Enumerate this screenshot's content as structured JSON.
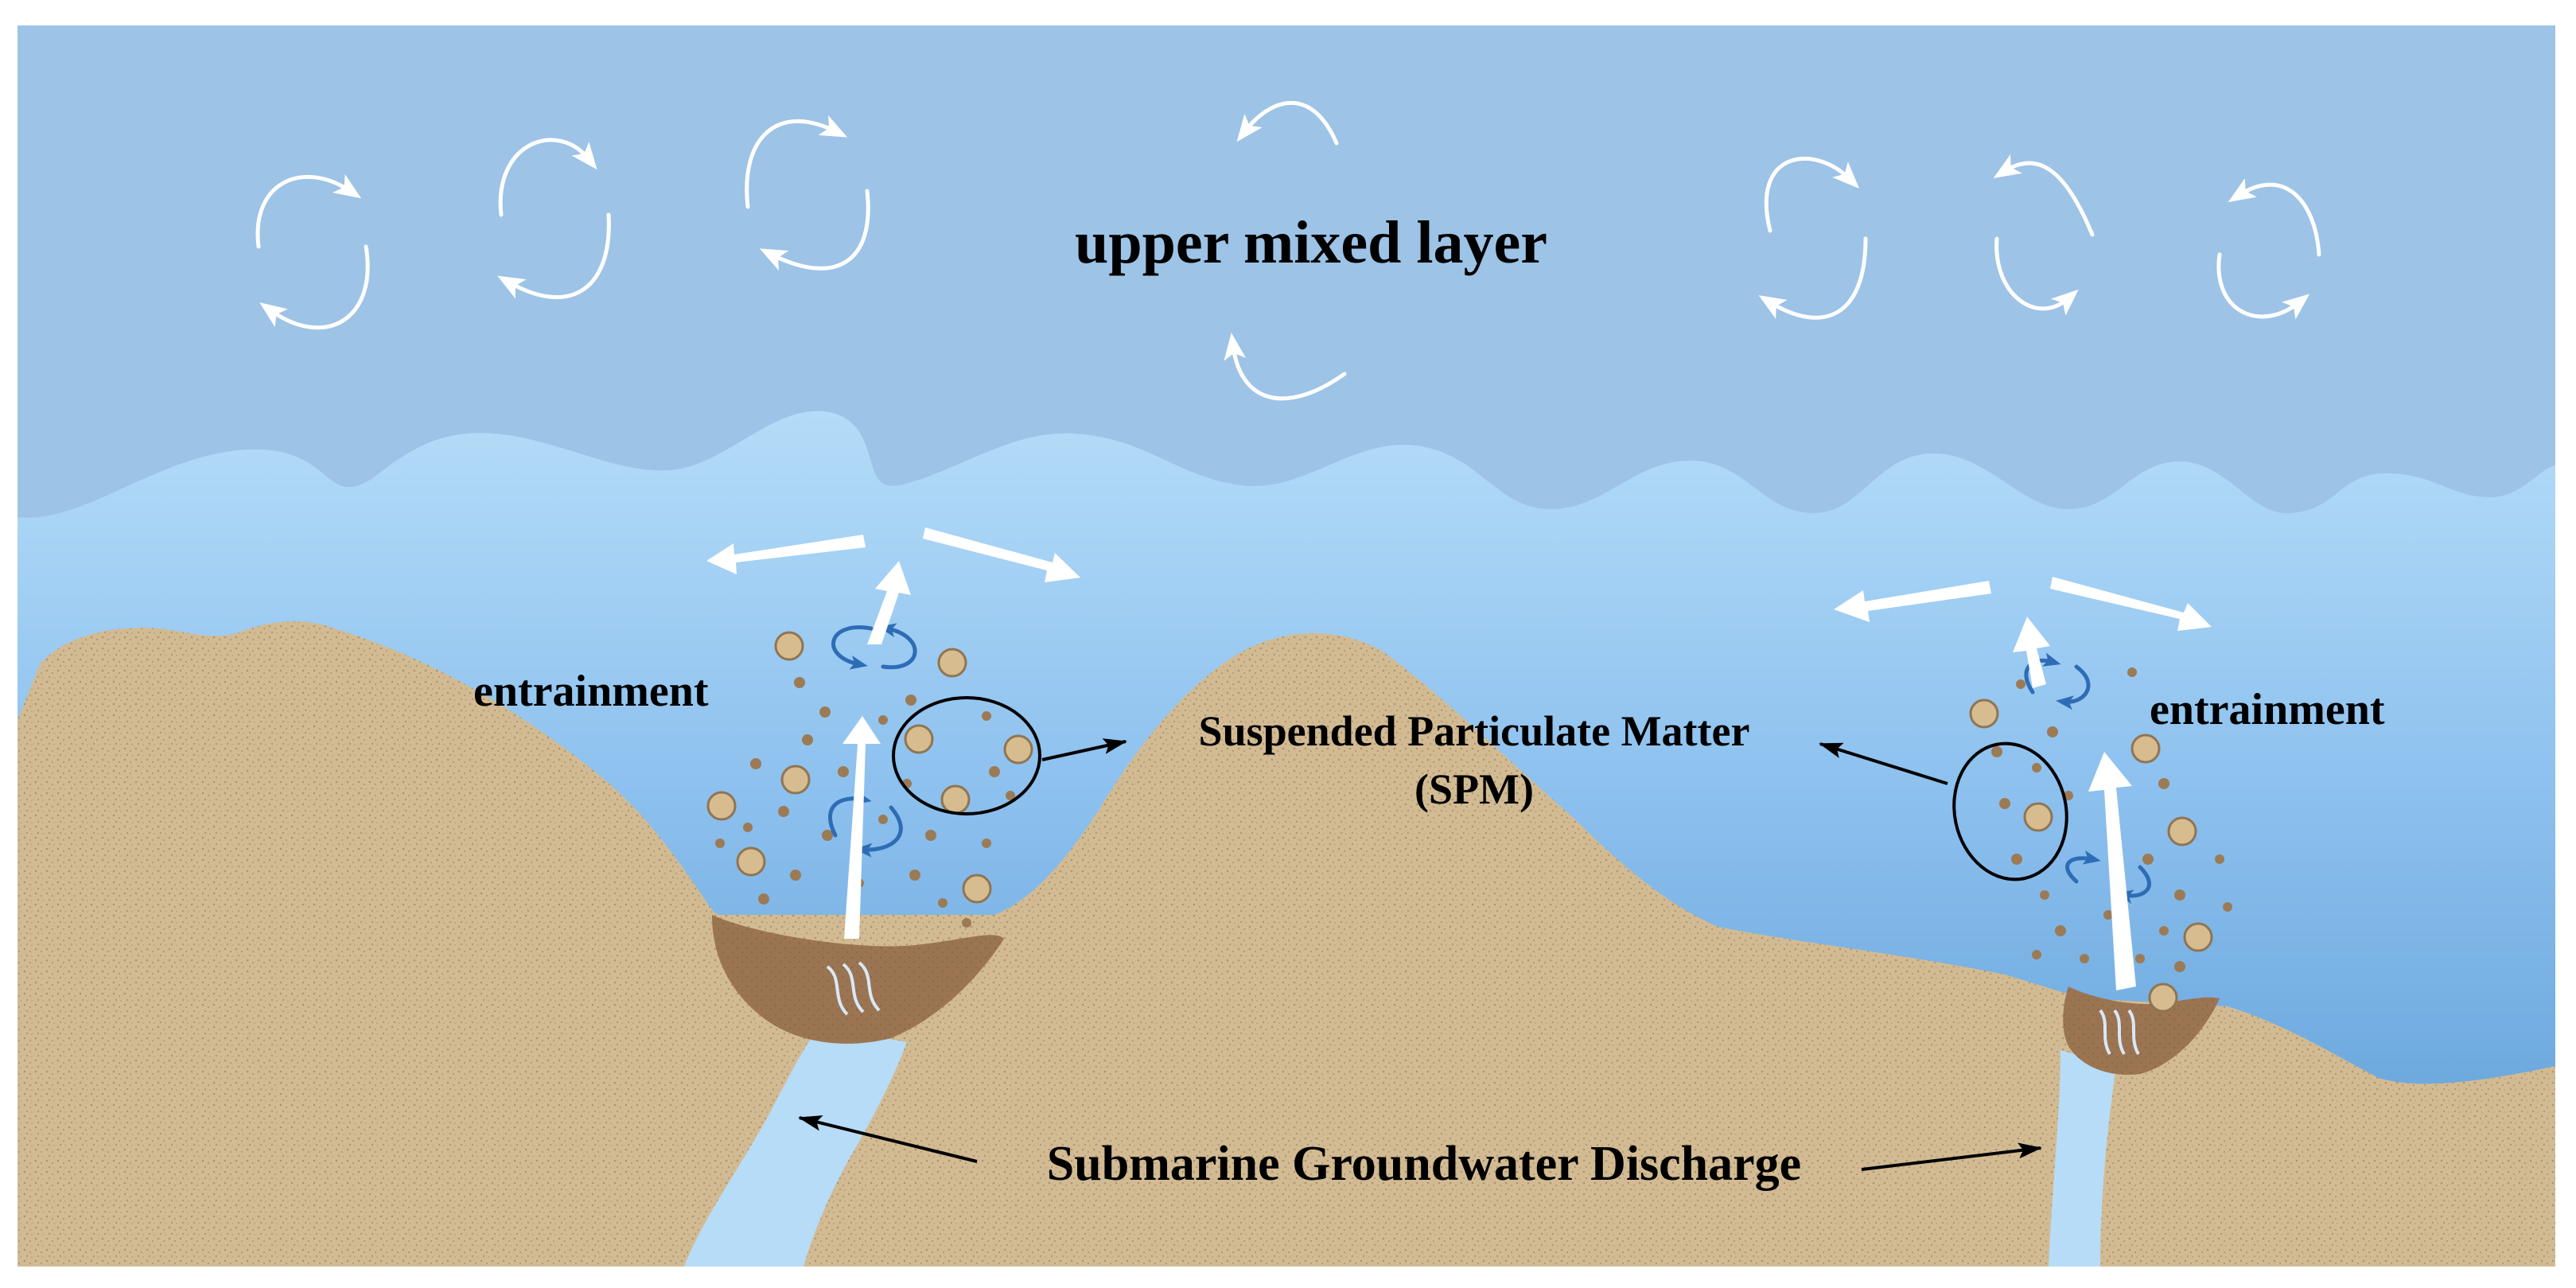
{
  "labels": {
    "upper_layer": "upper mixed layer",
    "entrainment_left": "entrainment",
    "entrainment_right": "entrainment",
    "spm_line1": "Suspended Particulate Matter",
    "spm_line2": "(SPM)",
    "sgd": "Submarine Groundwater Discharge"
  },
  "colors": {
    "upper_water": "#9dc3e6",
    "deep_water_top": "#b4dcf8",
    "deep_water_bottom": "#5b9bd5",
    "sediment": "#d2bb93",
    "sediment_speckle": "#8f7552",
    "particle_large": "#d7bc90",
    "particle_small": "#9b7b55",
    "pocket": "#9b7552",
    "discharge_stream": "#b7dcf7",
    "swirl": "#2e6db5",
    "arrow_white": "#ffffff",
    "text": "#000000"
  },
  "icons": [
    "eddy-arrow-icon",
    "upward-arrow-icon",
    "spread-arrow-icon",
    "swirl-icon",
    "callout-arrow-icon"
  ]
}
